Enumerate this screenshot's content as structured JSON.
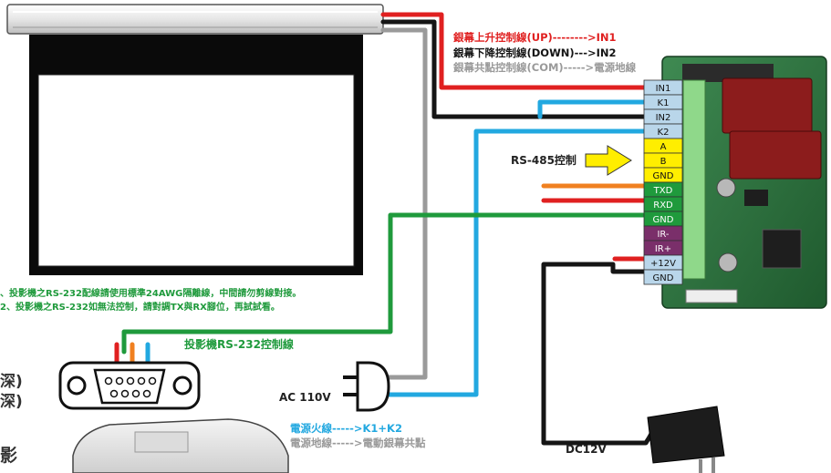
{
  "title": "",
  "colors": {
    "red": "#e02020",
    "black": "#151515",
    "gray": "#9a9a9a",
    "blue": "#22a8e0",
    "green": "#1f9a3c",
    "orange": "#f08020",
    "yellow": "#ffee00",
    "purple": "#7a2f6a",
    "board_green": "#2a6b3a",
    "terminal_green": "#8fd88a",
    "label_blue": "#b9d6ea"
  },
  "screen_labels": {
    "up": "銀幕上升控制線(UP)-------->IN1",
    "down": "銀幕下降控制線(DOWN)--->IN2",
    "com": "銀幕共點控制線(COM)----->電源地線"
  },
  "rs485_label": "RS-485控制",
  "notes": {
    "line1": "、投影機之RS-232配線請使用標準24AWG隔離線，中間請勿剪線對接。",
    "line2": "2、投影機之RS-232如無法控制，請對調TX與RX腳位，再試試看。"
  },
  "rs232_label": "投影機RS-232控制線",
  "ac_label": "AC 110V",
  "power_labels": {
    "live": "電源火線----->K1+K2",
    "ground": "電源地線----->電動銀幕共點"
  },
  "dc_label": "DC12V",
  "side_text": {
    "a": "深)",
    "b": "深)",
    "c": "影"
  },
  "terminals": [
    {
      "label": "IN1",
      "style": "light"
    },
    {
      "label": "K1",
      "style": "light"
    },
    {
      "label": "IN2",
      "style": "light"
    },
    {
      "label": "K2",
      "style": "light"
    },
    {
      "label": "A",
      "style": "yellow"
    },
    {
      "label": "B",
      "style": "yellow"
    },
    {
      "label": "GND",
      "style": "yellow"
    },
    {
      "label": "TXD",
      "style": "green"
    },
    {
      "label": "RXD",
      "style": "green"
    },
    {
      "label": "GND",
      "style": "green"
    },
    {
      "label": "IR-",
      "style": "purple"
    },
    {
      "label": "IR+",
      "style": "purple"
    },
    {
      "label": "+12V",
      "style": "light"
    },
    {
      "label": "GND",
      "style": "light"
    }
  ]
}
